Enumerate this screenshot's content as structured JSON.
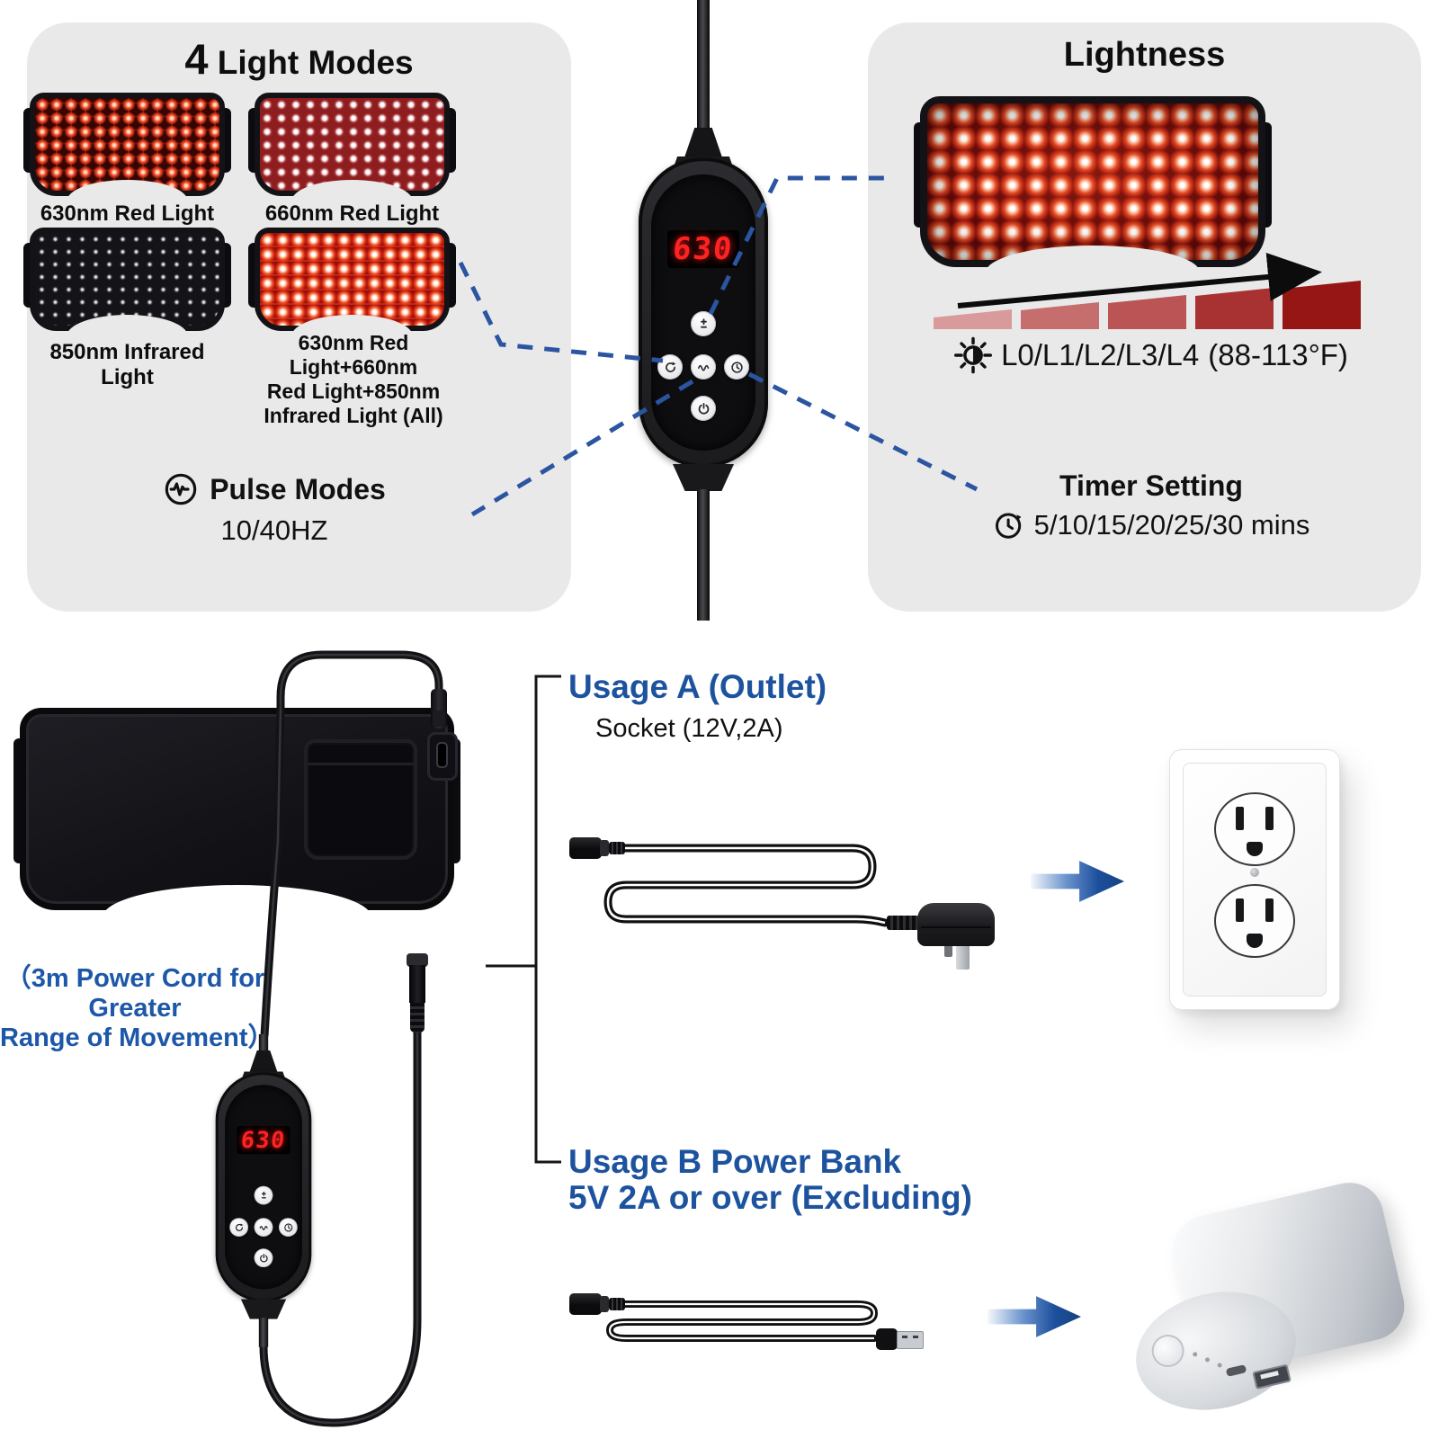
{
  "panels": {
    "light_modes": {
      "title_number": "4",
      "title_text": " Light Modes",
      "items": [
        {
          "label": "630nm Red Light"
        },
        {
          "label": "660nm Red Light"
        },
        {
          "label": "850nm Infrared Light"
        },
        {
          "label_line1": "630nm Red Light+660nm",
          "label_line2": "Red Light+850nm Infrared Light (All)"
        }
      ],
      "pulse": {
        "title": "Pulse Modes",
        "value": "10/40HZ",
        "icon": "pulse-wave-icon"
      }
    },
    "lightness": {
      "title": "Lightness",
      "levels": "L0/L1/L2/L3/L4",
      "temperature": "(88-113°F)",
      "brightness_icon": "brightness-sun-icon",
      "level_bar_colors": [
        "#d89a9a",
        "#c66e6e",
        "#bb5555",
        "#a83232",
        "#961616"
      ],
      "timer": {
        "title": "Timer Setting",
        "value": "5/10/15/20/25/30 mins",
        "icon": "clock-icon"
      }
    }
  },
  "controller": {
    "display_value": "630",
    "button_icons": [
      "plus-minus-icon",
      "cycle-icon",
      "pulse-wave-icon",
      "timer-icon",
      "power-icon"
    ]
  },
  "bottom": {
    "cord_note_line1": "（3m Power Cord for Greater",
    "cord_note_line2": "Range of Movement）",
    "usage_a": {
      "title": "Usage A (Outlet)",
      "subtitle": "Socket (12V,2A)"
    },
    "usage_b": {
      "title_line1": "Usage B Power Bank",
      "title_line2": "5V 2A or over (Excluding)"
    }
  },
  "colors": {
    "accent_blue": "#1d539e",
    "dash_blue": "#2b55a1",
    "panel_bg": "#e9e9ea",
    "led_red": "#ff2222"
  }
}
